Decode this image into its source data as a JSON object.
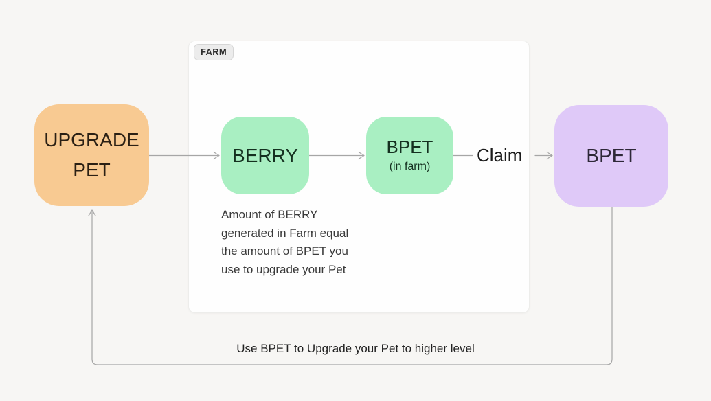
{
  "colors": {
    "background": "#f7f6f4",
    "farm_panel_bg": "#fefefe",
    "node_orange_bg": "#f8ca92",
    "node_green_bg": "#a9efc2",
    "node_purple_bg": "#dfc9f8",
    "connector_gray": "#a6a6a6",
    "farm_tag_bg": "#ececec"
  },
  "farm_panel": {
    "tag_label": "FARM"
  },
  "nodes": {
    "upgrade_pet": {
      "line1": "UPGRADE",
      "line2": "PET"
    },
    "berry": {
      "label": "BERRY"
    },
    "bpet_in_farm": {
      "label": "BPET",
      "sublabel": "(in farm)"
    },
    "bpet": {
      "label": "BPET"
    }
  },
  "edges": {
    "claim_label": "Claim"
  },
  "annotation": {
    "lines": [
      "Amount of BERRY",
      "generated in Farm equal",
      "the amount of BPET you",
      "use to upgrade your Pet"
    ]
  },
  "loop_caption": "Use BPET to Upgrade your Pet to higher level"
}
